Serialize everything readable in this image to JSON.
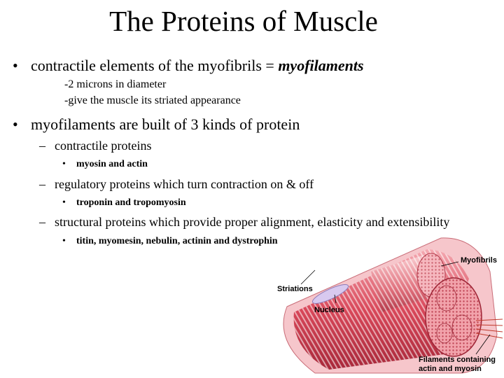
{
  "slide": {
    "title": "The Proteins of Muscle",
    "bullet1": {
      "marker": "•",
      "text": "contractile elements of the myofibrils = ",
      "emphasis": "myofilaments",
      "sub": [
        "-2 microns in diameter",
        "-give the muscle its striated appearance"
      ]
    },
    "bullet2": {
      "marker": "•",
      "text": "myofilaments are built of 3 kinds of protein",
      "items": [
        {
          "marker": "–",
          "text": "contractile proteins",
          "detail_marker": "•",
          "detail": "myosin and actin"
        },
        {
          "marker": "–",
          "text": "regulatory proteins which turn contraction on & off",
          "detail_marker": "•",
          "detail": "troponin and tropomyosin"
        },
        {
          "marker": "–",
          "text": "structural proteins which provide proper alignment, elasticity and extensibility",
          "detail_marker": "•",
          "detail": "titin, myomesin, nebulin, actinin and dystrophin"
        }
      ]
    }
  },
  "diagram": {
    "labels": {
      "myofibrils": "Myofibrils",
      "striations": "Striations",
      "nucleus": "Nucleus",
      "filaments_line1": "Filaments containing",
      "filaments_line2": "actin and myosin"
    },
    "colors": {
      "fiber": "#d9485a",
      "fiber_light": "#f2a3ab",
      "fiber_dark": "#a8283a",
      "nucleus": "#c8b8e8"
    }
  }
}
